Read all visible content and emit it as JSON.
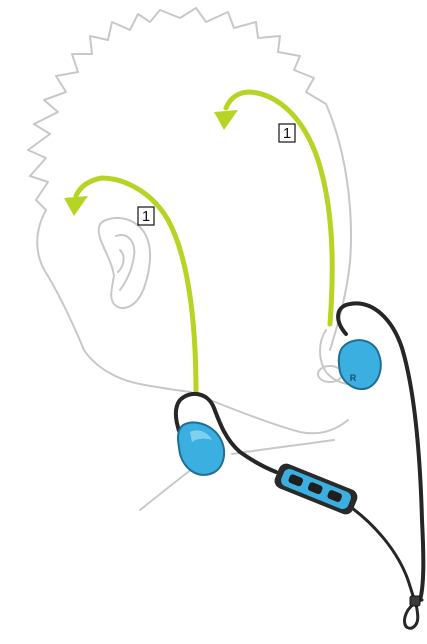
{
  "diagram": {
    "step_left": "1",
    "step_right": "1",
    "earbud_right_mark": "R"
  },
  "colors": {
    "outline": "#c8c8c8",
    "arrow": "#b5d424",
    "cable": "#262626",
    "earbud_blue": "#3bb0e0",
    "earbud_dark": "#1e6f96"
  },
  "icons": {
    "step_badge": "numbered-square",
    "arrow": "curved-arrow-icon"
  }
}
